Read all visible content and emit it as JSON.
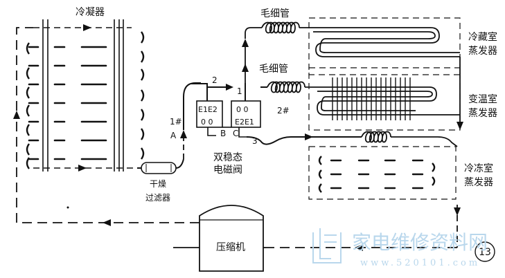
{
  "labels": {
    "condenser": "冷凝器",
    "capillary_top": "毛细管",
    "capillary_mid": "毛细管",
    "fridge_evap_l1": "冷藏室",
    "fridge_evap_l2": "蒸发器",
    "variable_evap_l1": "变温室",
    "variable_evap_l2": "蒸发器",
    "freezer_evap_l1": "冷冻室",
    "freezer_evap_l2": "蒸发器",
    "dryer_l1": "干燥",
    "dryer_l2": "过滤器",
    "valve_l1": "双稳态",
    "valve_l2": "电磁阀",
    "compressor": "压缩机",
    "pipe_1a_num": "1#",
    "pipe_1a_letter": "A",
    "pipe_2": "2#",
    "port_1": "1",
    "port_2": "2",
    "port_3": "3",
    "port_b": "B",
    "port_c": "C",
    "valve_left_top": "E1E2",
    "valve_left_bottom": "0   0",
    "valve_right_top": "0   0",
    "valve_right_bottom": "E2E1",
    "figure_number": "13"
  },
  "watermark": {
    "title": "家电维修资料网",
    "url": "www.520101.com",
    "color": "#b9d7ec"
  }
}
